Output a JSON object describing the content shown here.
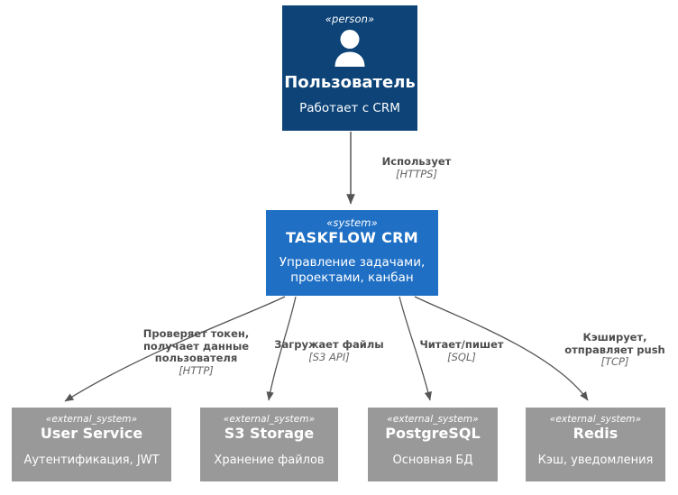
{
  "diagram": {
    "type": "c4-context-diagram",
    "colors": {
      "person_fill": "#0d4377",
      "system_fill": "#1f6fc4",
      "external_fill": "#999999",
      "edge_stroke": "#555555",
      "label_text": "#4d4d4d",
      "tech_text": "#666666",
      "background": "#ffffff"
    }
  },
  "nodes": {
    "person": {
      "stereotype": "«person»",
      "title": "Пользователь",
      "description": "Работает с CRM",
      "icon": "person-icon"
    },
    "system": {
      "stereotype": "«system»",
      "title": "TASKFLOW CRM",
      "description": "Управление задачами,\nпроектами, канбан"
    },
    "user_service": {
      "stereotype": "«external_system»",
      "title": "User Service",
      "description": "Аутентификация, JWT"
    },
    "s3_storage": {
      "stereotype": "«external_system»",
      "title": "S3 Storage",
      "description": "Хранение файлов"
    },
    "postgresql": {
      "stereotype": "«external_system»",
      "title": "PostgreSQL",
      "description": "Основная БД"
    },
    "redis": {
      "stereotype": "«external_system»",
      "title": "Redis",
      "description": "Кэш, уведомления"
    }
  },
  "edges": {
    "person_to_system": {
      "label": "Использует",
      "technology": "[HTTPS]",
      "from": "person",
      "to": "system"
    },
    "system_to_user_service": {
      "label": "Проверяет токен,\nполучает данные\nпользователя",
      "technology": "[HTTP]",
      "from": "system",
      "to": "user_service"
    },
    "system_to_s3": {
      "label": "Загружает файлы",
      "technology": "[S3 API]",
      "from": "system",
      "to": "s3_storage"
    },
    "system_to_postgres": {
      "label": "Читает/пишет",
      "technology": "[SQL]",
      "from": "system",
      "to": "postgresql"
    },
    "system_to_redis": {
      "label": "Кэширует,\nотправляет push",
      "technology": "[TCP]",
      "from": "system",
      "to": "redis"
    }
  }
}
